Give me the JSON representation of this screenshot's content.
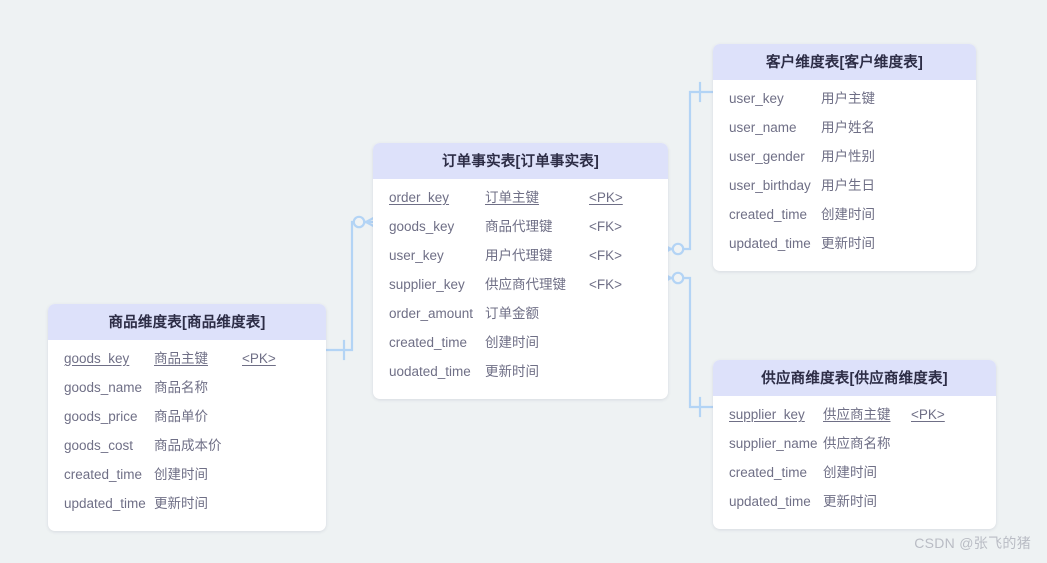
{
  "diagram": {
    "type": "entity-relationship-star-schema",
    "background_color": "#eef2f3",
    "header_color": "#dde1fa",
    "connector_color": "#b3d4f5",
    "text_color": "#6f6f86"
  },
  "entities": {
    "fact_order": {
      "title": "订单事实表[订单事实表]",
      "attributes": [
        {
          "name": "order_key",
          "comment": "订单主键",
          "key": "<PK>"
        },
        {
          "name": "goods_key",
          "comment": "商品代理键",
          "key": "<FK>"
        },
        {
          "name": "user_key",
          "comment": "用户代理键",
          "key": "<FK>"
        },
        {
          "name": "supplier_key",
          "comment": "供应商代理键",
          "key": "<FK>"
        },
        {
          "name": "order_amount",
          "comment": "订单金额",
          "key": ""
        },
        {
          "name": "created_time",
          "comment": "创建时间",
          "key": ""
        },
        {
          "name": "uodated_time",
          "comment": "更新时间",
          "key": ""
        }
      ]
    },
    "dim_goods": {
      "title": "商品维度表[商品维度表]",
      "attributes": [
        {
          "name": "goods_key",
          "comment": "商品主键",
          "key": "<PK>"
        },
        {
          "name": "goods_name",
          "comment": "商品名称",
          "key": ""
        },
        {
          "name": "goods_price",
          "comment": "商品单价",
          "key": ""
        },
        {
          "name": "goods_cost",
          "comment": "商品成本价",
          "key": ""
        },
        {
          "name": "created_time",
          "comment": "创建时间",
          "key": ""
        },
        {
          "name": "updated_time",
          "comment": "更新时间",
          "key": ""
        }
      ]
    },
    "dim_user": {
      "title": "客户维度表[客户维度表]",
      "attributes": [
        {
          "name": "user_key",
          "comment": "用户主键",
          "key": ""
        },
        {
          "name": "user_name",
          "comment": "用户姓名",
          "key": ""
        },
        {
          "name": "user_gender",
          "comment": "用户性别",
          "key": ""
        },
        {
          "name": "user_birthday",
          "comment": "用户生日",
          "key": ""
        },
        {
          "name": "created_time",
          "comment": "创建时间",
          "key": ""
        },
        {
          "name": "updated_time",
          "comment": "更新时间",
          "key": ""
        }
      ]
    },
    "dim_supplier": {
      "title": "供应商维度表[供应商维度表]",
      "attributes": [
        {
          "name": "supplier_key",
          "comment": "供应商主键",
          "key": "<PK>"
        },
        {
          "name": "supplier_name",
          "comment": "供应商名称",
          "key": ""
        },
        {
          "name": "created_time",
          "comment": "创建时间",
          "key": ""
        },
        {
          "name": "updated_time",
          "comment": "更新时间",
          "key": ""
        }
      ]
    }
  },
  "relationships": [
    {
      "name": "goods-to-order",
      "from": "dim_goods",
      "to": "fact_order",
      "from_cardinality": "one",
      "to_cardinality": "zero-or-many"
    },
    {
      "name": "user-to-order",
      "from": "dim_user",
      "to": "fact_order",
      "from_cardinality": "one",
      "to_cardinality": "zero-or-many"
    },
    {
      "name": "supplier-to-order",
      "from": "dim_supplier",
      "to": "fact_order",
      "from_cardinality": "one",
      "to_cardinality": "zero-or-many"
    }
  ],
  "watermark": {
    "text": "CSDN @张飞的猪"
  }
}
